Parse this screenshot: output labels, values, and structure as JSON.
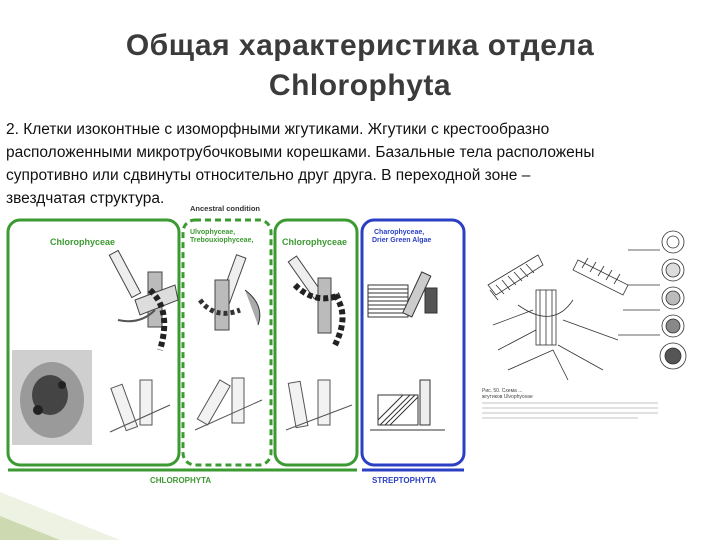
{
  "slide": {
    "title_line1": "Общая характеристика отдела",
    "title_line2": "Chlorophyta",
    "paragraph_lines": [
      "2. Клетки изоконтные с изоморфными жгутиками. Жгутики с крестообразно",
      " расположенными микротрубочковыми корешками. Базальные тела расположены",
      "супротивно или сдвинуты относительно друг друга. В переходной зоне –",
      "звездчатая структура."
    ]
  },
  "figure_left": {
    "ancestral_label": "Ancestral condition",
    "panel1_label": "Chlorophyceae",
    "panel2_label_line1": "Ulvophyceae,",
    "panel2_label_line2": "Trebouxiophyceae,",
    "panel3_label": "Chlorophyceae",
    "panel4_label_line1": "Charophyceae,",
    "panel4_label_line2": "Drier Green Algae",
    "bar_chlorophyta": "CHLOROPHYTA",
    "bar_streptophyta": "STREPTOPHYTA",
    "colors": {
      "green": "#3c9a32",
      "blue": "#2b3fc4"
    }
  },
  "figure_right": {
    "caption_line1": "Рис. 50. Схема ...",
    "caption_line2": "жгутиков Ulvophyceae"
  }
}
